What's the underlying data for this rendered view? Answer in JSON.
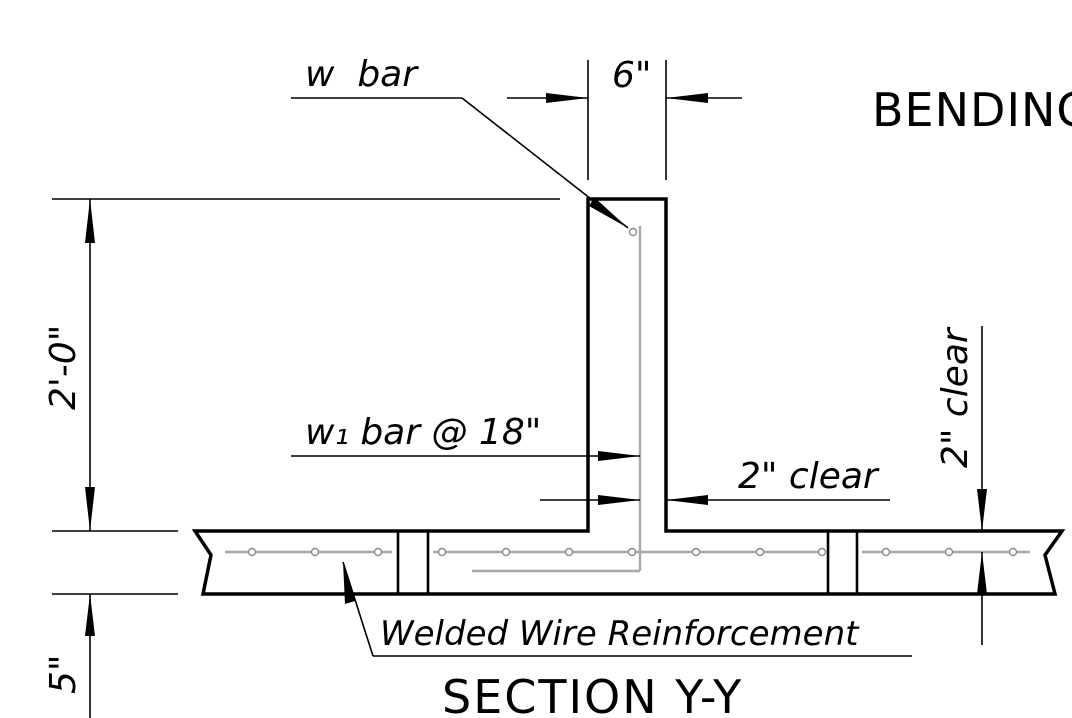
{
  "drawing": {
    "title": "SECTION Y-Y",
    "partial_title": "BENDING",
    "labels": {
      "w_bar": "w  bar",
      "w1_bar": "w₁ bar @ 18\"",
      "clear_side": "2\" clear",
      "clear_vertical": "2\" clear",
      "wall_width": "6\"",
      "wall_height": "2'-0\"",
      "slab_thickness": "5\"",
      "welded_wire": "Welded Wire Reinforcement"
    },
    "colors": {
      "line": "#000000",
      "rebar": "#a8a8a8"
    }
  }
}
